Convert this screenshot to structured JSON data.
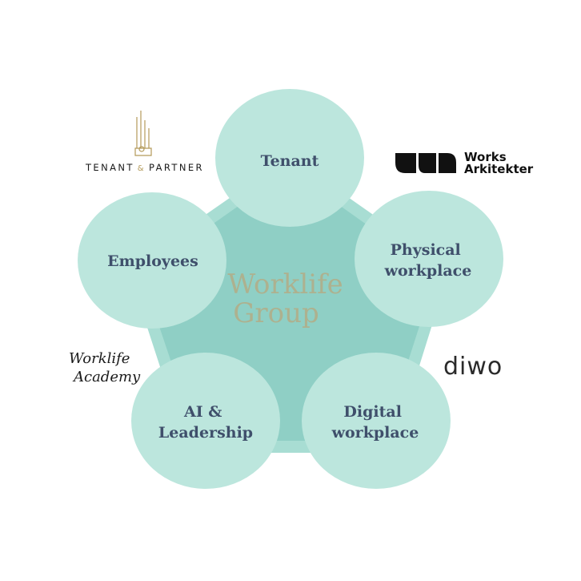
{
  "diagram": {
    "center": {
      "line1": "Worklife",
      "line2": "Group"
    },
    "nodes": [
      {
        "id": "tenant",
        "lines": [
          "Tenant"
        ]
      },
      {
        "id": "physical-workplace",
        "lines": [
          "Physical",
          "workplace"
        ]
      },
      {
        "id": "digital-workplace",
        "lines": [
          "Digital",
          "workplace"
        ]
      },
      {
        "id": "ai-leadership",
        "lines": [
          "AI &",
          "Leadership"
        ]
      },
      {
        "id": "employees",
        "lines": [
          "Employees"
        ]
      }
    ]
  },
  "logos": {
    "tenant_partner": {
      "part1": "TENANT",
      "amp": "&",
      "part2": "PARTNER"
    },
    "works": {
      "line1": "Works",
      "line2": "Arkitekter"
    },
    "academy": {
      "line1": "Worklife",
      "line2": "Academy"
    },
    "diwo": "diwo"
  },
  "colors": {
    "circle": "#bce6dd",
    "pentagon_outer": "#a8ddd3",
    "pentagon_inner": "#8fcfc5",
    "label": "#3f4f6b",
    "center_text": "#b3ac86"
  }
}
